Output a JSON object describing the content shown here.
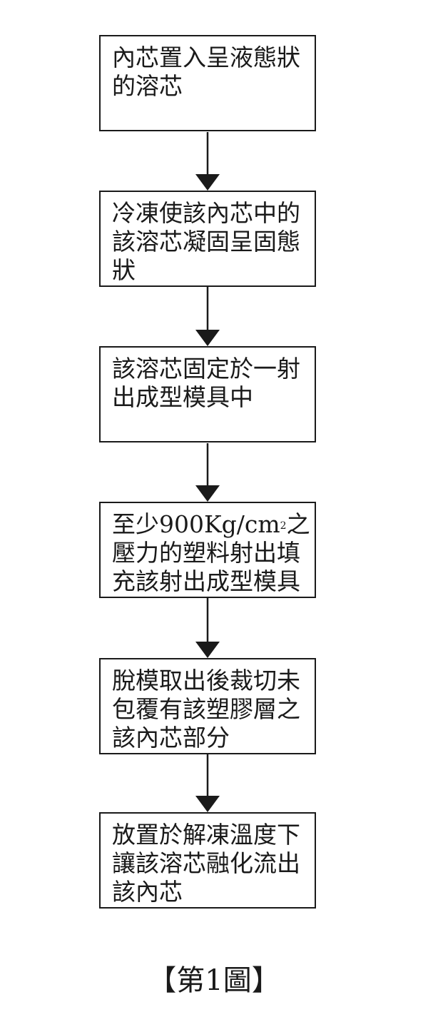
{
  "figure": {
    "steps": [
      {
        "text": "內芯置入呈液態狀\n的溶芯"
      },
      {
        "text": "冷凍使該內芯中的\n該溶芯凝固呈固態\n狀"
      },
      {
        "text": "該溶芯固定於一射\n出成型模具中"
      },
      {
        "text_before_sup": "至少900Kg/cm",
        "sup": "2",
        "text_after_sup": "之\n壓力的塑料射出填\n充該射出成型模具"
      },
      {
        "text": "脫模取出後裁切未\n包覆有該塑膠層之\n該內芯部分"
      },
      {
        "text": "放置於解凍溫度下\n讓該溶芯融化流出\n該內芯"
      }
    ],
    "caption": "【第1圖】"
  }
}
